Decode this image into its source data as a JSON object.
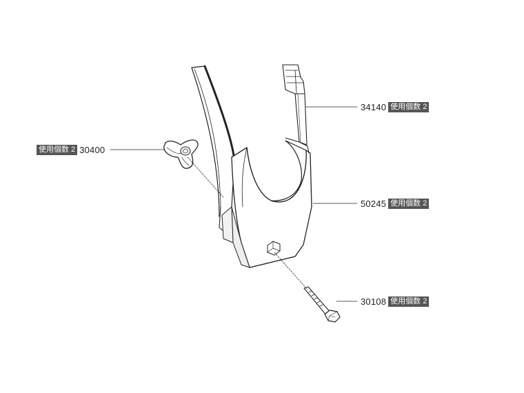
{
  "colors": {
    "line": "#222222",
    "part_fill": "#ffffff",
    "part_shade": "#e9e9e9",
    "badge_bg": "#555555",
    "badge_text": "#ffffff"
  },
  "parts": [
    {
      "icon": "knob-icon",
      "number": "30400",
      "qty_label": "使用個数 2"
    },
    {
      "icon": "strap-icon",
      "number": "34140",
      "qty_label": "使用個数 2"
    },
    {
      "icon": "cradle-icon",
      "number": "50245",
      "qty_label": "使用個数 2"
    },
    {
      "icon": "bolt-icon",
      "number": "30108",
      "qty_label": "使用個数 2"
    }
  ]
}
